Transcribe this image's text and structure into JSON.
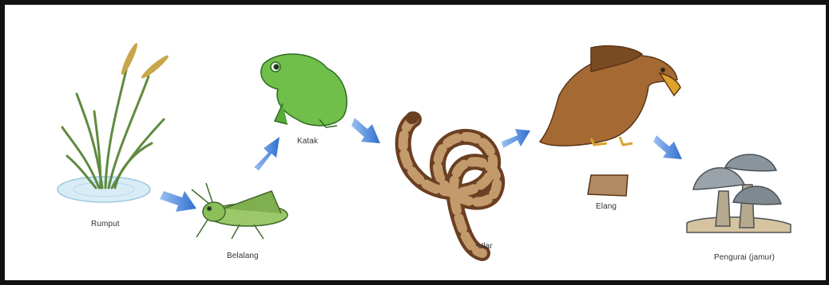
{
  "diagram": {
    "organisms": [
      {
        "id": "rumput",
        "label": "Rumput"
      },
      {
        "id": "belalang",
        "label": "Belalang"
      },
      {
        "id": "katak",
        "label": "Katak"
      },
      {
        "id": "ular",
        "label": "Ular"
      },
      {
        "id": "elang",
        "label": "Elang"
      },
      {
        "id": "pengurai",
        "label": "Pengurai (jamur)"
      }
    ],
    "colors": {
      "arrow": "#2f6fd0",
      "frame": "#111111",
      "grass": "#6f9a4e",
      "frog": "#6fbf4a",
      "snake": "#7a4a2c",
      "eagle": "#9a5f2e",
      "mushroom": "#8a949c"
    }
  }
}
